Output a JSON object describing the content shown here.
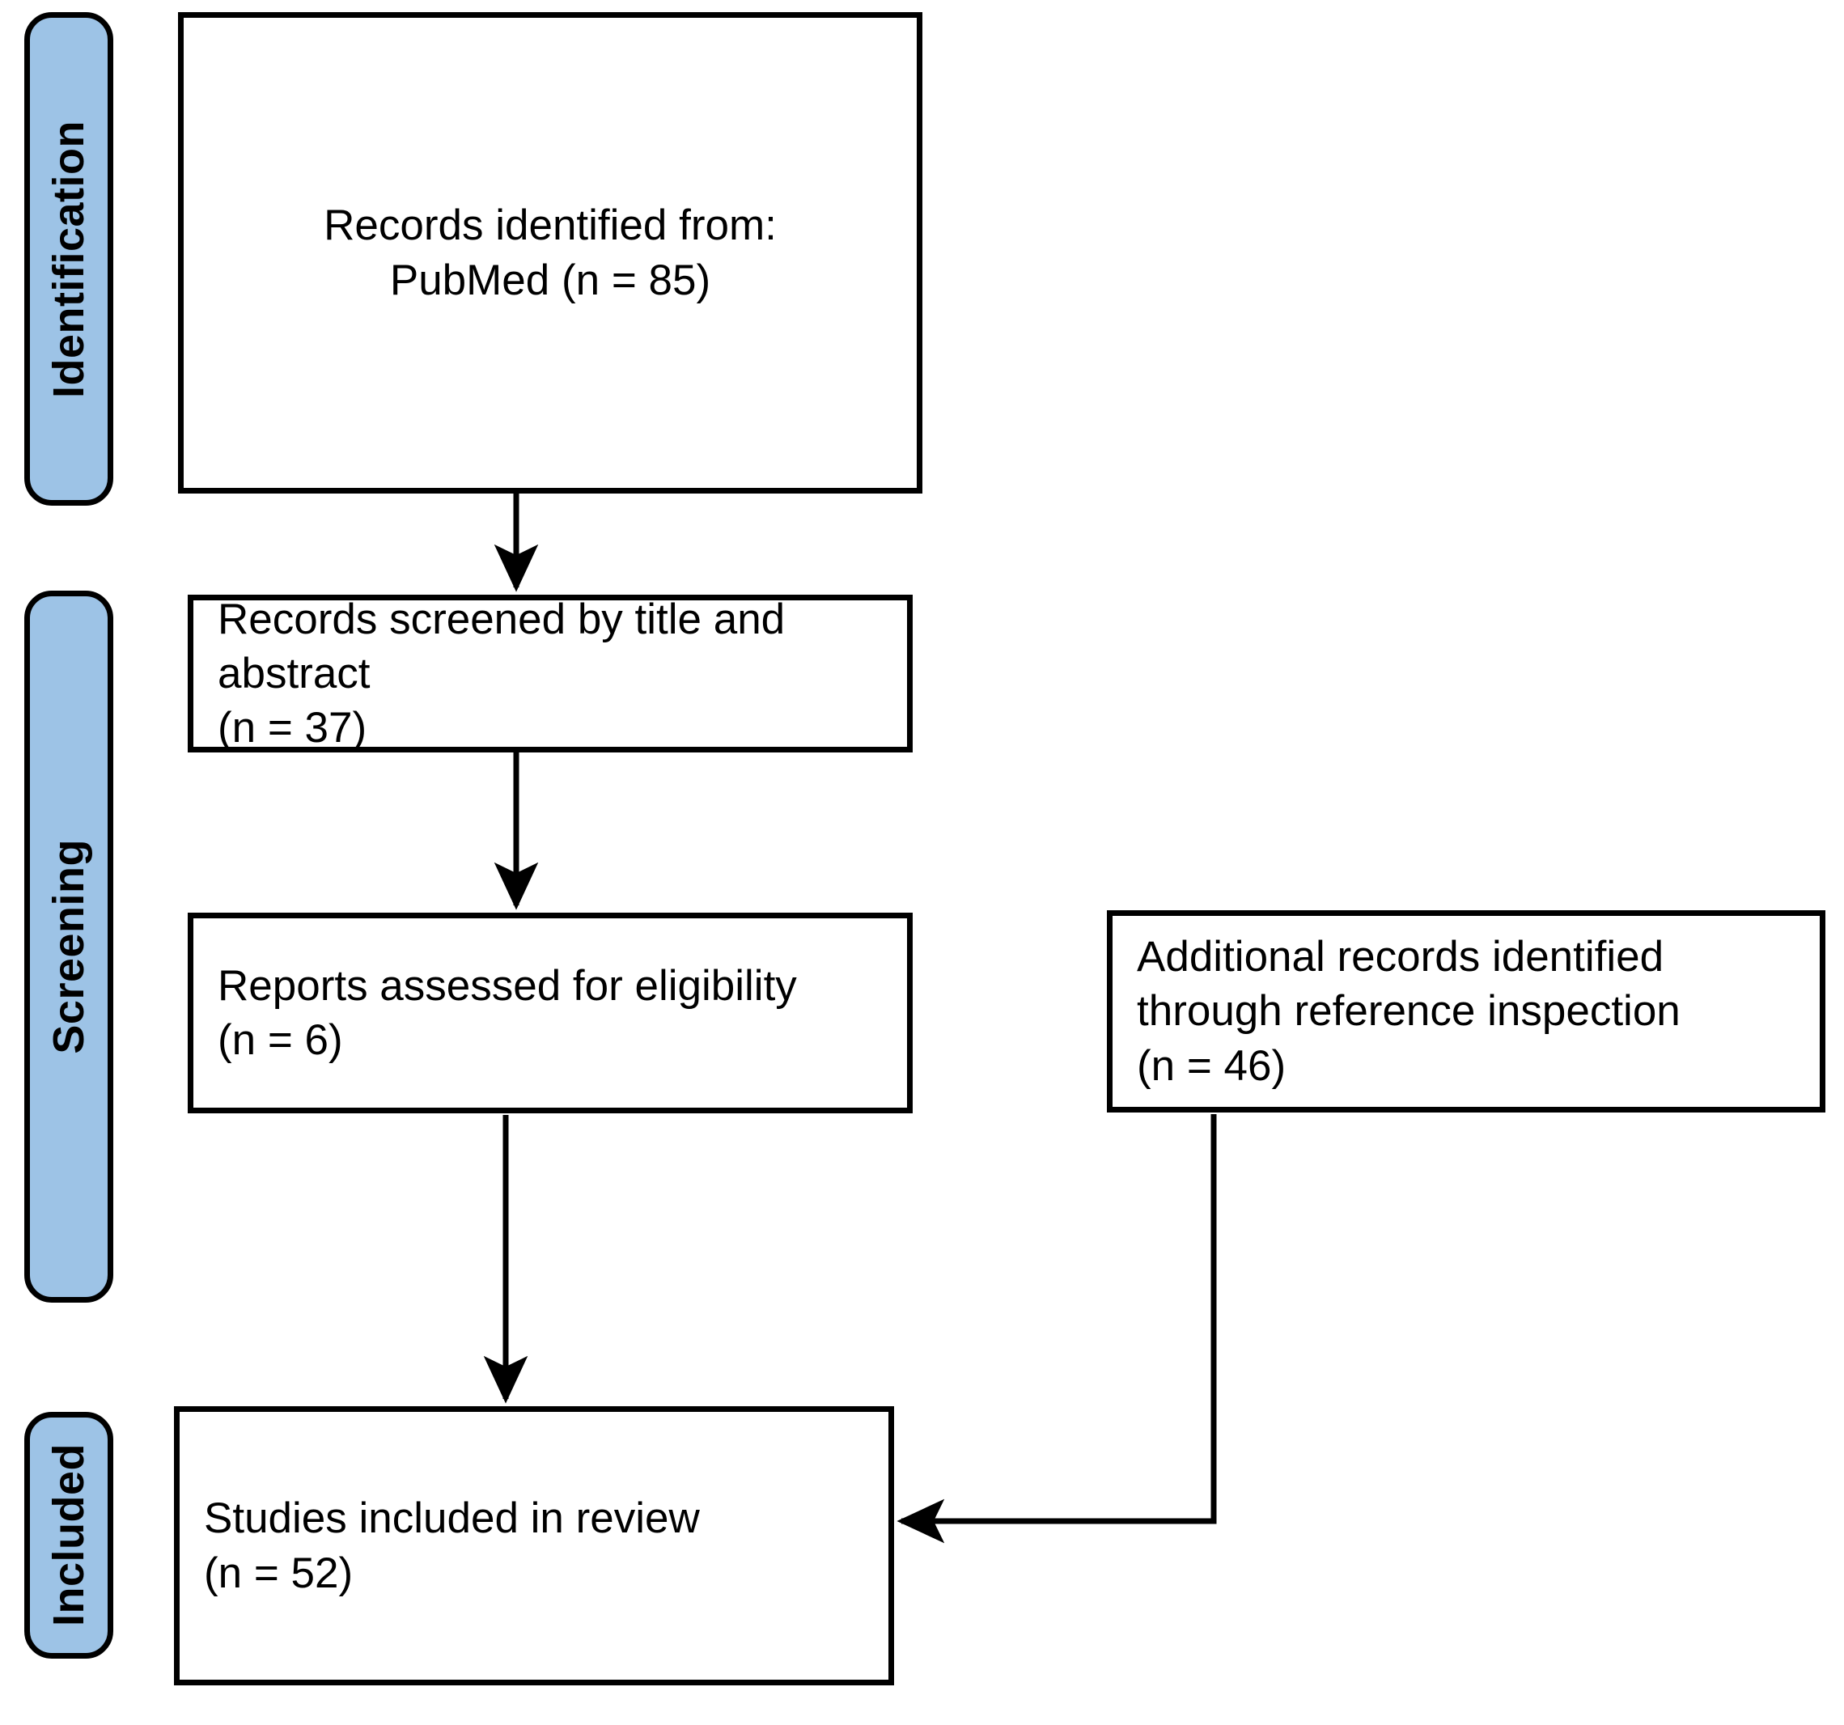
{
  "diagram": {
    "type": "prisma-flow-diagram",
    "title": "PRISMA study selection flow diagram",
    "accent_color": "#9DC3E6",
    "line_color": "#000000",
    "background_color": "#FFFFFF"
  },
  "stages": [
    {
      "id": "identification",
      "label": "Identification"
    },
    {
      "id": "screening",
      "label": "Screening"
    },
    {
      "id": "included",
      "label": "Included"
    }
  ],
  "nodes": [
    {
      "id": "records-identified",
      "stage": "identification",
      "text": "Records identified from:\nPubMed (n = 85)",
      "count": 85,
      "source": "PubMed",
      "align": "center"
    },
    {
      "id": "records-screened",
      "stage": "screening",
      "text": "Records screened by title and abstract\n(n = 37)",
      "count": 37,
      "align": "left"
    },
    {
      "id": "reports-assessed",
      "stage": "screening",
      "text": "Reports assessed for eligibility\n(n = 6)",
      "count": 6,
      "align": "left"
    },
    {
      "id": "additional-records",
      "stage": "screening",
      "text": "Additional records identified\nthrough reference inspection\n(n = 46)",
      "count": 46,
      "align": "left"
    },
    {
      "id": "studies-included",
      "stage": "included",
      "text": "Studies included in review\n(n = 52)",
      "count": 52,
      "align": "left"
    }
  ],
  "edges": [
    {
      "id": "e1",
      "from": "records-identified",
      "to": "records-screened",
      "style": "straight-down"
    },
    {
      "id": "e2",
      "from": "records-screened",
      "to": "reports-assessed",
      "style": "straight-down"
    },
    {
      "id": "e3",
      "from": "reports-assessed",
      "to": "studies-included",
      "style": "straight-down"
    },
    {
      "id": "e4",
      "from": "additional-records",
      "to": "studies-included",
      "style": "elbow-down-left"
    }
  ]
}
